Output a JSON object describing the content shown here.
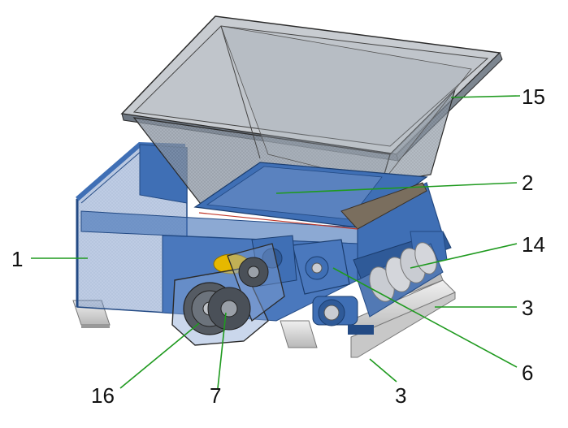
{
  "colors": {
    "hopper": "#9aa3ac",
    "hopper_dark": "#6e7782",
    "frame_blue": "#3f6fb5",
    "frame_dark": "#234a84",
    "rail": "#d8d8d8",
    "leader_green": "#1f9a1f",
    "gear_yellow": "#e6b800",
    "auger": "#c9ccd2"
  },
  "labels": {
    "l15": "15",
    "l2": "2",
    "l14": "14",
    "l1": "1",
    "l3a": "3",
    "l6": "6",
    "l3b": "3",
    "l16": "16",
    "l7": "7"
  }
}
